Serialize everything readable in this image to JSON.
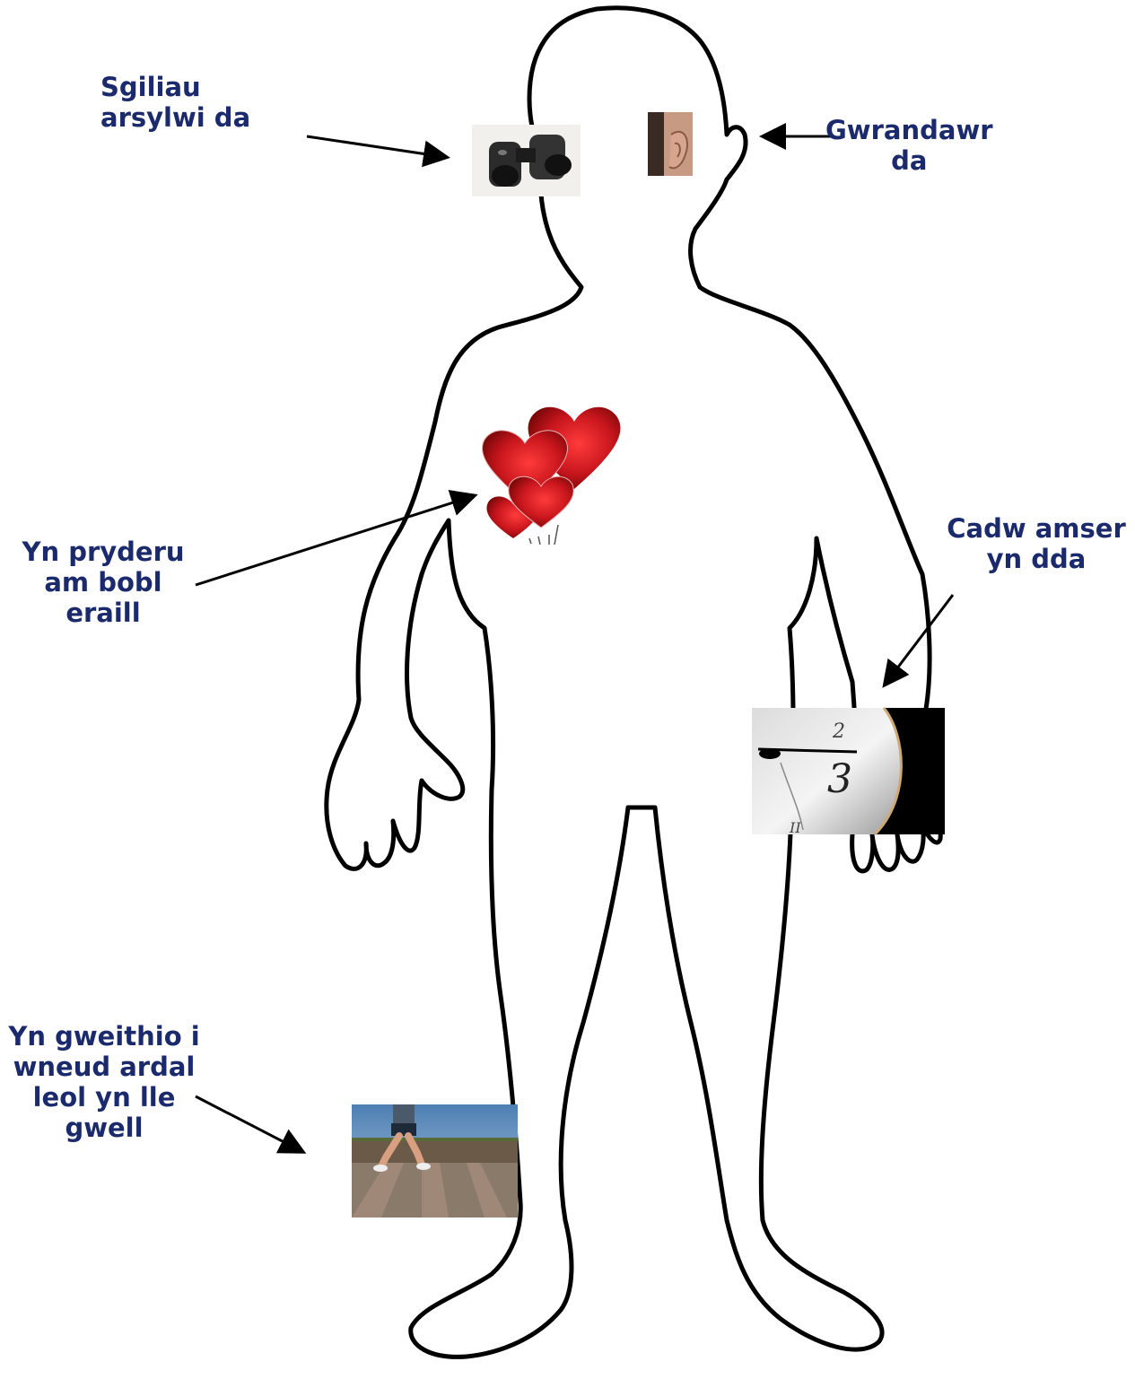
{
  "labels": {
    "observe": {
      "line1": "Sgiliau",
      "line2": "arsylwi da"
    },
    "listen": {
      "line1": "Gwrandawr",
      "line2": "da"
    },
    "care": {
      "line1": "Yn pryderu",
      "line2": "am bobl",
      "line3": "eraill"
    },
    "time": {
      "line1": "Cadw amser",
      "line2": "yn dda"
    },
    "work": {
      "line1": "Yn gweithio i",
      "line2": "wneud ardal",
      "line3": "leol yn lle",
      "line4": "gwell"
    }
  },
  "icons": [
    "binoculars-icon",
    "ear-icon",
    "hearts-icon",
    "clock-icon",
    "runner-icon"
  ],
  "colors": {
    "label": "#1a2a6c",
    "outline": "#000000",
    "heart": "#c8161d"
  }
}
